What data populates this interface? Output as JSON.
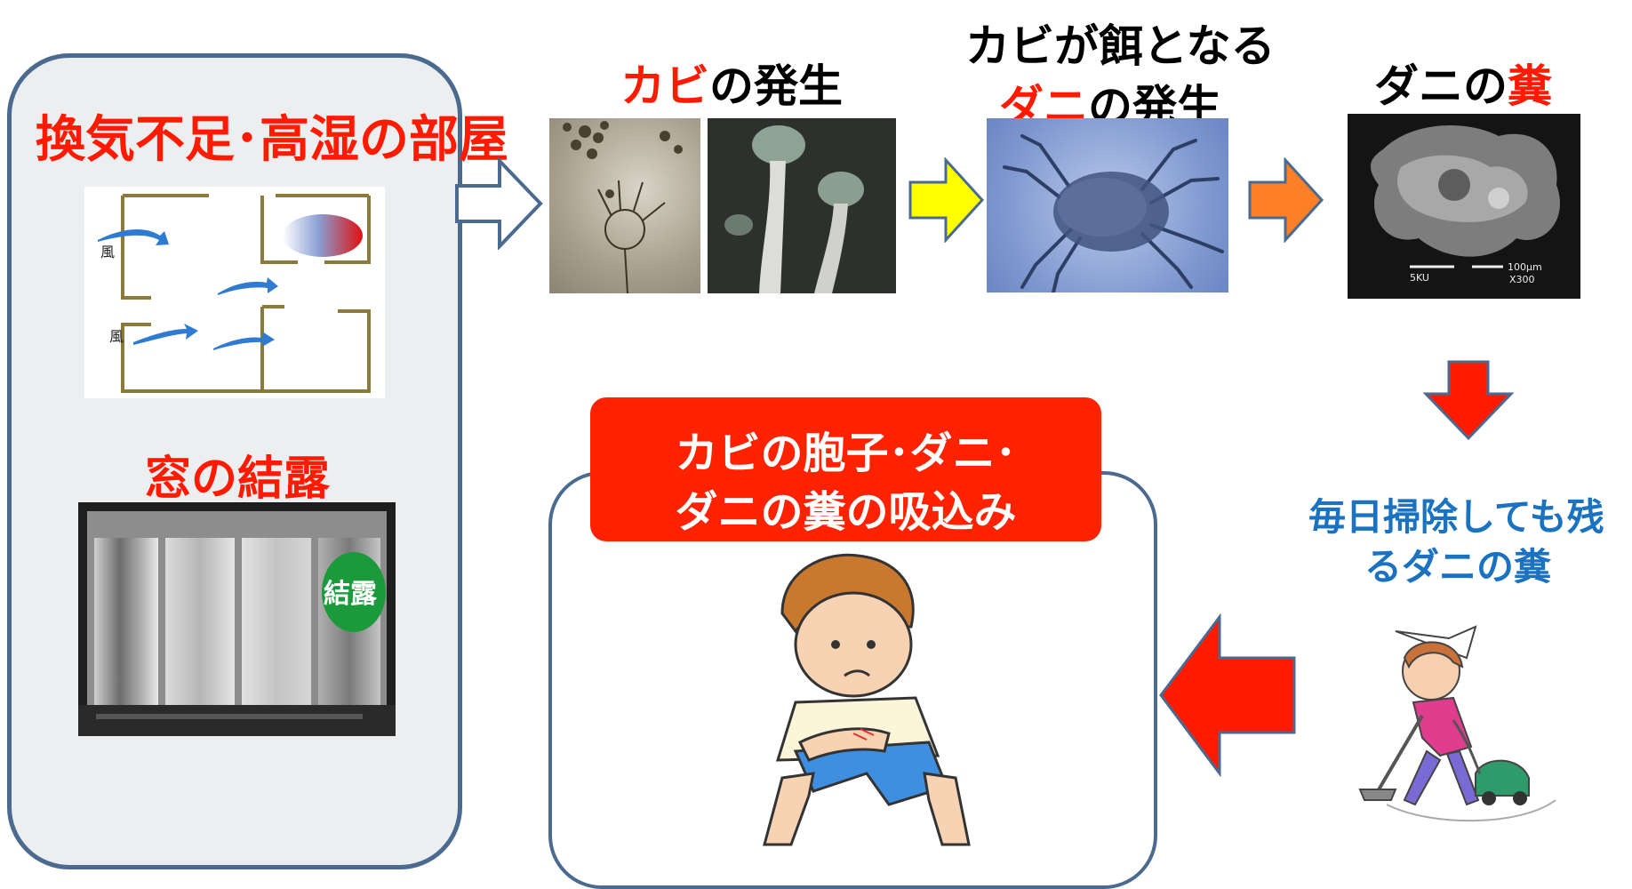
{
  "left_panel": {
    "title": "換気不足･高湿の部屋",
    "wind_label_1": "風",
    "wind_label_2": "風",
    "window_title": "窓の結露",
    "window_badge": "結露"
  },
  "stage1": {
    "title_red": "カビ",
    "title_black": "の発生"
  },
  "stage2": {
    "title_line1": "カビが餌となる",
    "title_red": "ダニ",
    "title_black": "の発生"
  },
  "stage3": {
    "title_black": "ダニの",
    "title_red": "糞"
  },
  "scale_bar": {
    "left": "5KU",
    "right": "100μm",
    "bottom": "X300"
  },
  "cleaning_note": {
    "line1": "毎日掃除しても残",
    "line2": "るダニの糞"
  },
  "result": {
    "line1": "カビの胞子･ダニ･",
    "line2": "ダニの糞の吸込み"
  },
  "colors": {
    "accent_red": "#ff1a00",
    "note_blue": "#1a72c0",
    "panel_border": "#4a6a8f",
    "arrow_yellow": "#ffff00",
    "arrow_orange": "#ff7f27"
  }
}
